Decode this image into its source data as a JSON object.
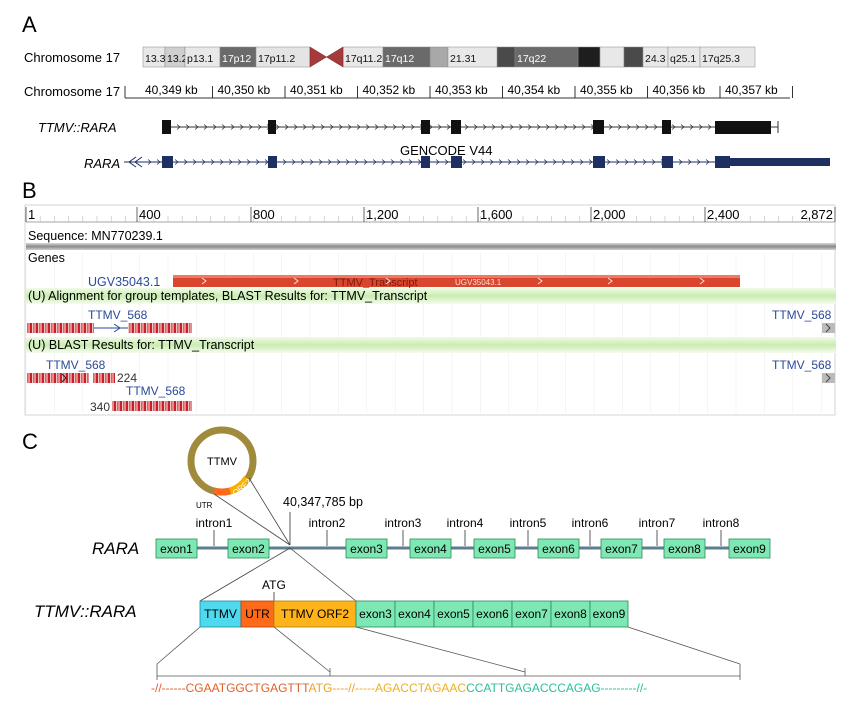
{
  "panels": {
    "a": "A",
    "b": "B",
    "c": "C"
  },
  "panel_a": {
    "ideogram_label": "Chromosome 17",
    "bands": [
      "13.3",
      "13.2",
      "p13.1",
      "17p12",
      "17p11.2",
      "17q11.2",
      "17q12",
      "21.31",
      "17q22",
      "24.3",
      "q25.1",
      "17q25.3"
    ],
    "ruler_label": "Chromosome 17",
    "ruler_ticks": [
      "40,349 kb",
      "40,350 kb",
      "40,351 kb",
      "40,352 kb",
      "40,353 kb",
      "40,354 kb",
      "40,355 kb",
      "40,356 kb",
      "40,357 kb"
    ],
    "track1": "TTMV::RARA",
    "track2": "RARA",
    "track2_source": "GENCODE V44"
  },
  "panel_b": {
    "ruler_ticks": [
      "1",
      "400",
      "800",
      "1,200",
      "1,600",
      "2,000",
      "2,400",
      "2,872"
    ],
    "sequence": "Sequence: MN770239.1",
    "genes_label": "Genes",
    "gene_id": "UGV35043.1",
    "transcript_label": "TTMV_Transcript",
    "transcript_inner": "UGV35043.1",
    "group1": "(U) Alignment for group templates, BLAST Results for: TTMV_Transcript",
    "group2": "(U) BLAST Results for: TTMV_Transcript",
    "hit_name": "TTMV_568",
    "hit_pos1": "224",
    "hit_pos2": "340"
  },
  "panel_c": {
    "virus_label": "TTMV",
    "utr_label": "UTR",
    "orf_label": "ORF2",
    "breakpoint": "40,347,785 bp",
    "gene_label": "RARA",
    "exons": [
      "exon1",
      "exon2",
      "exon3",
      "exon4",
      "exon5",
      "exon6",
      "exon7",
      "exon8",
      "exon9"
    ],
    "introns": [
      "intron1",
      "intron2",
      "intron3",
      "intron4",
      "intron5",
      "intron6",
      "intron7",
      "intron8"
    ],
    "fusion_label": "TTMV::RARA",
    "fusion_blocks": [
      "TTMV",
      "UTR",
      "TTMV ORF2",
      "exon3",
      "exon4",
      "exon5",
      "exon6",
      "exon7",
      "exon8",
      "exon9"
    ],
    "atg_label": "ATG",
    "seq_parts": [
      "-//------CGAATGGCTGAGTTT",
      "ATG----//-",
      "----AGACCTAGAAC",
      "CCATTGAGACCCAGAG-",
      "--------//-"
    ],
    "colors": {
      "exon": "#7ee8b4",
      "ttmv": "#4fd9ee",
      "utr": "#ff6a1a",
      "orf": "#ffb31a",
      "seq_red": "#e0612a",
      "seq_orange": "#f0a020",
      "seq_green": "#2bbf9a"
    }
  }
}
